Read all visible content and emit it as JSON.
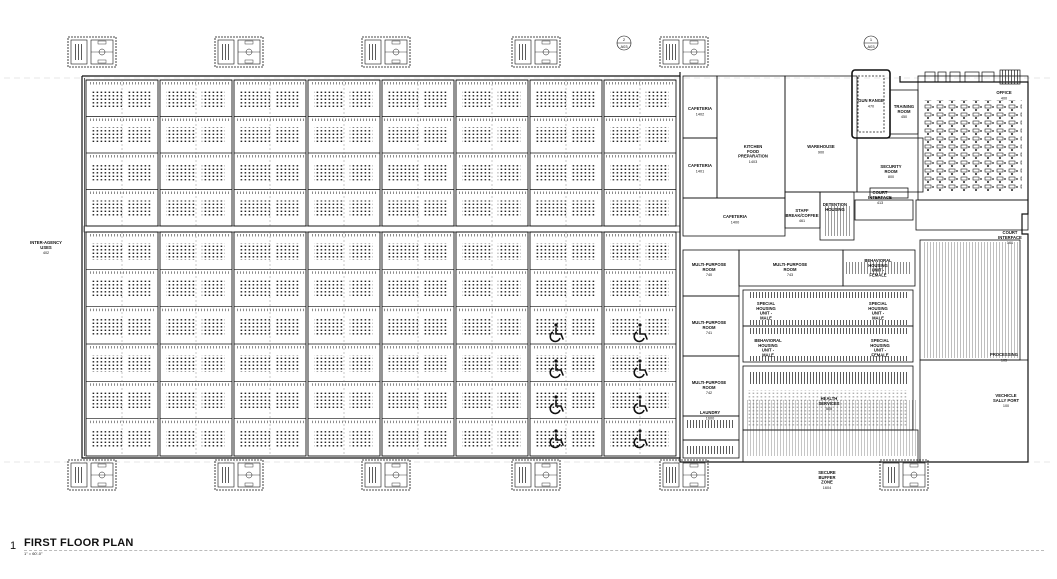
{
  "drawing": {
    "view_number": "1",
    "title": "FIRST FLOOR PLAN",
    "scale": "1\" = 60'-0\""
  },
  "section_marks": [
    {
      "num": "2",
      "sheet": "A03"
    },
    {
      "num": "1",
      "sheet": "A03"
    }
  ],
  "rooms": [
    {
      "id": "inter-agency",
      "name": "INTER-AGENCY USES",
      "num": "402"
    },
    {
      "id": "cafeteria-1402",
      "name": "CAFETERIA",
      "num": "1402"
    },
    {
      "id": "cafeteria-1401",
      "name": "CAFETERIA",
      "num": "1401"
    },
    {
      "id": "cafeteria-1400",
      "name": "CAFETERIA",
      "num": "1400"
    },
    {
      "id": "kitchen",
      "name": "KITCHEN FOOD PREPARATION",
      "num": "1403"
    },
    {
      "id": "warehouse",
      "name": "WAREHOUSE",
      "num": "900"
    },
    {
      "id": "gun-range",
      "name": "GUN RANGE",
      "num": "470"
    },
    {
      "id": "training",
      "name": "TRAINING ROOM",
      "num": "450"
    },
    {
      "id": "office",
      "name": "OFFICE",
      "num": "400"
    },
    {
      "id": "security-room",
      "name": "SECURITY ROOM",
      "num": "800"
    },
    {
      "id": "staff-break",
      "name": "STAFF BREAK/COFFEE",
      "num": "461"
    },
    {
      "id": "detention",
      "name": "DETENTION HOUSING",
      "num": ""
    },
    {
      "id": "court-interface-413",
      "name": "COURT INTERFACE",
      "num": "413"
    },
    {
      "id": "court-interface-161",
      "name": "COURT INTERFACE",
      "num": "161"
    },
    {
      "id": "mp-740",
      "name": "MULTI-PURPOSE ROOM",
      "num": "740"
    },
    {
      "id": "mp-743",
      "name": "MULTI-PURPOSE ROOM",
      "num": "743"
    },
    {
      "id": "mp-741",
      "name": "MULTI-PURPOSE ROOM",
      "num": "741"
    },
    {
      "id": "mp-742",
      "name": "MULTI-PURPOSE ROOM",
      "num": "742"
    },
    {
      "id": "bh-female",
      "name": "BEHAVIORAL HOUSING UNIT - FEMALE",
      "num": ""
    },
    {
      "id": "sh-male",
      "name": "SPECIAL HOUSING UNIT - MALE",
      "num": ""
    },
    {
      "id": "sh-male-2",
      "name": "SPECIAL HOUSING UNIT - MALE",
      "num": ""
    },
    {
      "id": "bh-male",
      "name": "BEHAVIORAL HOUSING UNIT - MALE",
      "num": ""
    },
    {
      "id": "sh-female",
      "name": "SPECIAL HOUSING UNIT - FEMALE",
      "num": ""
    },
    {
      "id": "processing",
      "name": "PROCESSING",
      "num": "105"
    },
    {
      "id": "health",
      "name": "HEALTH SERVICES",
      "num": "500"
    },
    {
      "id": "laundry",
      "name": "LAUNDRY",
      "num": "1600"
    },
    {
      "id": "vehicle-sally",
      "name": "VECHICLE SALLY PORT",
      "num": "100"
    },
    {
      "id": "secure-buffer",
      "name": "SECURE BUFFER ZONE",
      "num": "1604"
    }
  ],
  "colors": {
    "line": "#111111",
    "light": "#666666",
    "paper": "#ffffff"
  }
}
